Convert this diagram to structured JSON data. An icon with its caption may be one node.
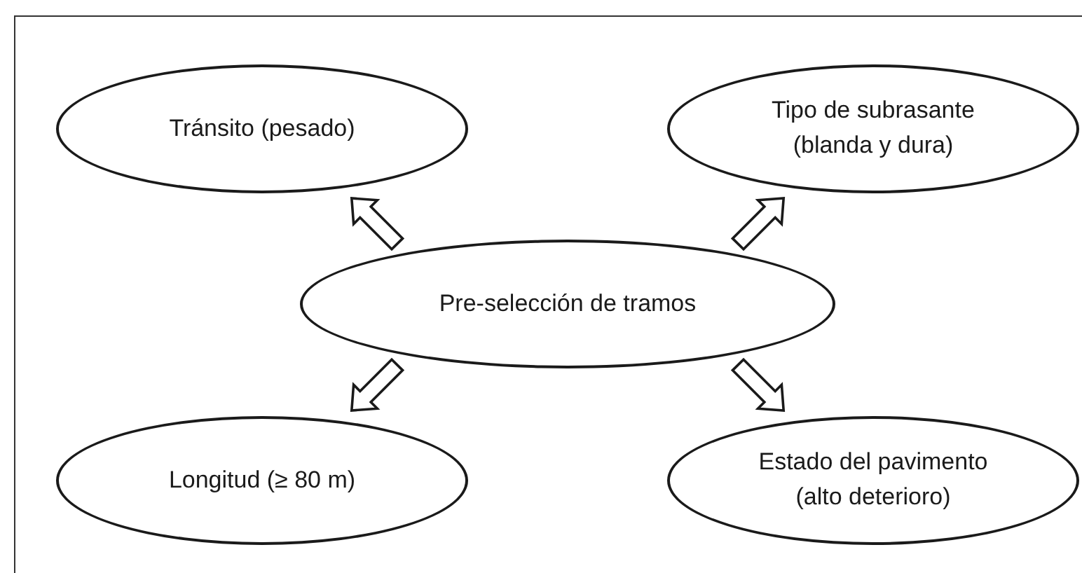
{
  "diagram": {
    "nodes": [
      {
        "text": [
          "Pre-selección de tramos"
        ]
      },
      {
        "text": [
          "Tránsito (pesado)"
        ]
      },
      {
        "text": [
          "Tipo de subrasante (blanda y dura)"
        ]
      },
      {
        "text": [
          "Longitud (≥ 80 m)"
        ]
      },
      {
        "text": [
          "Estado del pavimento (alto deterioro)"
        ]
      }
    ],
    "edges": [
      {
        "from": 0,
        "to": 1,
        "arrow": "to"
      },
      {
        "from": 0,
        "to": 2,
        "arrow": "to"
      },
      {
        "from": 0,
        "to": 3,
        "arrow": "to"
      },
      {
        "from": 0,
        "to": 4,
        "arrow": "to"
      }
    ]
  }
}
